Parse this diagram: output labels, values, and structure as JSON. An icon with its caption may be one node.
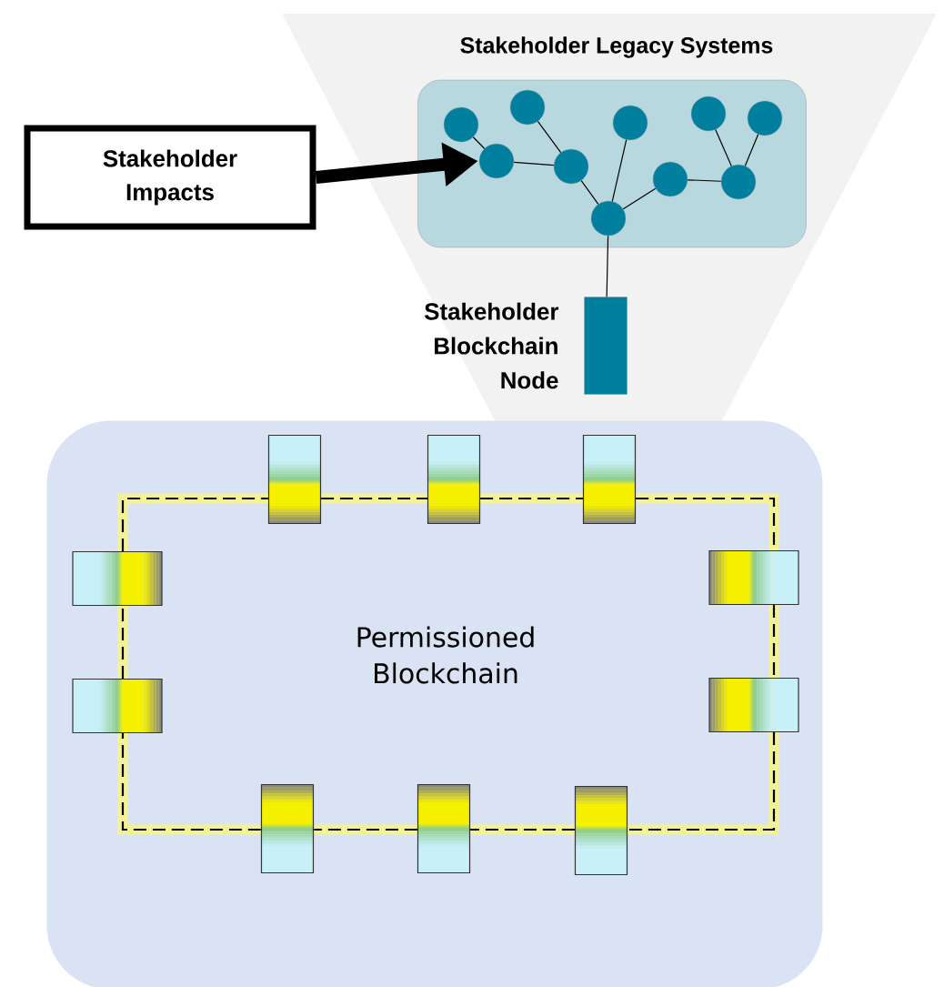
{
  "diagram": {
    "nodes": [
      {
        "text": [
          "Stakeholder Impacts"
        ]
      },
      {
        "text": [
          "Stakeholder Legacy Systems"
        ]
      },
      {
        "text": [],
        "shape": "circle",
        "in": 1
      },
      {
        "text": [],
        "shape": "circle",
        "in": 1
      },
      {
        "text": [],
        "shape": "circle",
        "in": 1
      },
      {
        "text": [],
        "shape": "circle",
        "in": 1
      },
      {
        "text": [],
        "shape": "circle",
        "in": 1
      },
      {
        "text": [],
        "shape": "circle",
        "in": 1
      },
      {
        "text": [],
        "shape": "circle",
        "in": 1
      },
      {
        "text": [],
        "shape": "circle",
        "in": 1
      },
      {
        "text": [],
        "shape": "circle",
        "in": 1
      },
      {
        "text": [],
        "shape": "circle",
        "in": 1
      },
      {
        "text": [],
        "shape": "bar",
        "beside": [
          "Stakeholder Blockchain Node"
        ]
      },
      {
        "text": [
          "Permissioned Blockchain"
        ]
      },
      {
        "text": [],
        "shape": "box",
        "in": 13
      },
      {
        "text": [],
        "shape": "box",
        "in": 13
      },
      {
        "text": [],
        "shape": "box",
        "in": 13
      },
      {
        "text": [],
        "shape": "box",
        "in": 13
      },
      {
        "text": [],
        "shape": "box",
        "in": 13
      },
      {
        "text": [],
        "shape": "box",
        "in": 13
      },
      {
        "text": [],
        "shape": "box",
        "in": 13
      },
      {
        "text": [],
        "shape": "box",
        "in": 13
      },
      {
        "text": [],
        "shape": "box",
        "in": 13
      },
      {
        "text": [],
        "shape": "box",
        "in": 13
      }
    ],
    "edges": [
      {
        "from": 0,
        "to": 3,
        "arrow": "to",
        "style": "thick"
      },
      {
        "from": 2,
        "to": 3,
        "arrow": "none"
      },
      {
        "from": 3,
        "to": 5,
        "arrow": "none"
      },
      {
        "from": 4,
        "to": 5,
        "arrow": "none"
      },
      {
        "from": 5,
        "to": 6,
        "arrow": "none"
      },
      {
        "from": 7,
        "to": 6,
        "arrow": "none"
      },
      {
        "from": 6,
        "to": 8,
        "arrow": "none"
      },
      {
        "from": 8,
        "to": 10,
        "arrow": "none"
      },
      {
        "from": 9,
        "to": 10,
        "arrow": "none"
      },
      {
        "from": 11,
        "to": 10,
        "arrow": "none"
      },
      {
        "from": 6,
        "to": 12,
        "arrow": "none"
      },
      {
        "from": 14,
        "to": 15,
        "arrow": "none",
        "style": "dashed"
      },
      {
        "from": 15,
        "to": 16,
        "arrow": "none",
        "style": "dashed"
      },
      {
        "from": 16,
        "to": 18,
        "arrow": "none",
        "style": "dashed"
      },
      {
        "from": 18,
        "to": 20,
        "arrow": "none",
        "style": "dashed"
      },
      {
        "from": 20,
        "to": 23,
        "arrow": "none",
        "style": "dashed"
      },
      {
        "from": 23,
        "to": 22,
        "arrow": "none",
        "style": "dashed"
      },
      {
        "from": 22,
        "to": 21,
        "arrow": "none",
        "style": "dashed"
      },
      {
        "from": 21,
        "to": 19,
        "arrow": "none",
        "style": "dashed"
      },
      {
        "from": 19,
        "to": 17,
        "arrow": "none",
        "style": "dashed"
      },
      {
        "from": 17,
        "to": 14,
        "arrow": "none",
        "style": "dashed"
      }
    ]
  }
}
